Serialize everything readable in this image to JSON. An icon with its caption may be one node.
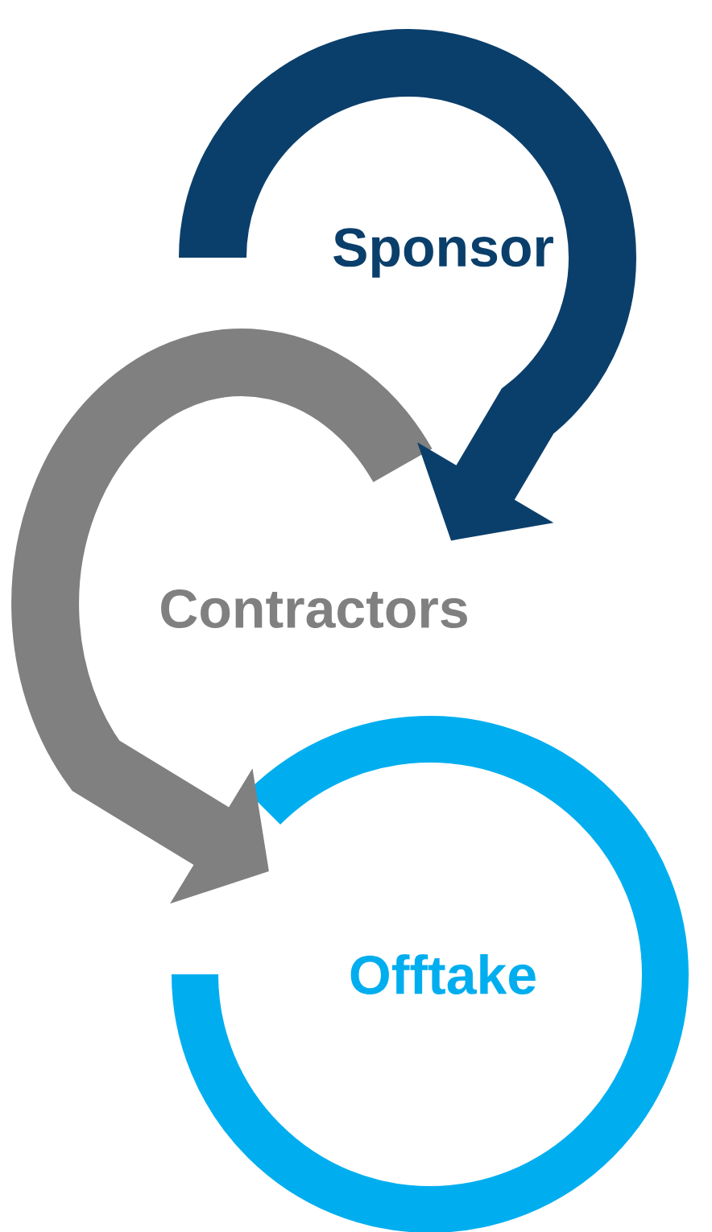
{
  "diagram": {
    "nodes": [
      {
        "text": [
          "Sponsor"
        ]
      },
      {
        "text": [
          "Contractors"
        ]
      },
      {
        "text": [
          "Offtake"
        ]
      }
    ],
    "edges": [
      {
        "from": 0,
        "to": 1,
        "arrow": "to",
        "color": "#0b3f6b"
      },
      {
        "from": 1,
        "to": 2,
        "arrow": "to",
        "color": "#808080"
      }
    ]
  }
}
